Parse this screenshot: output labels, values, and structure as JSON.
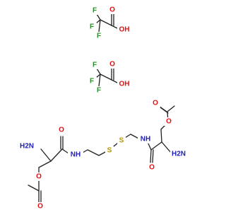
{
  "atoms": {
    "tfa1": {
      "F1": "F",
      "F2": "F",
      "F3": "F",
      "O_carbonyl": "O",
      "OH": "OH"
    },
    "tfa2": {
      "F1": "F",
      "F2": "F",
      "F3": "F",
      "O_carbonyl": "O",
      "OH": "OH"
    },
    "main": {
      "NH2_left": "H2N",
      "NH_left": "NH",
      "O_amide_left": "O",
      "O_ester_left": "O",
      "O_acetyl_left": "O",
      "S1": "S",
      "S2": "S",
      "NH_right": "NH",
      "O_amide_right": "O",
      "NH2_right": "H2N",
      "O_ester_right": "O",
      "O_acetyl_right": "O"
    }
  },
  "colors": {
    "oxygen": "#e01010",
    "nitrogen": "#1f1fb4",
    "fluorine": "#2a8c2a",
    "sulfur": "#b59400",
    "bond": "#202020"
  }
}
